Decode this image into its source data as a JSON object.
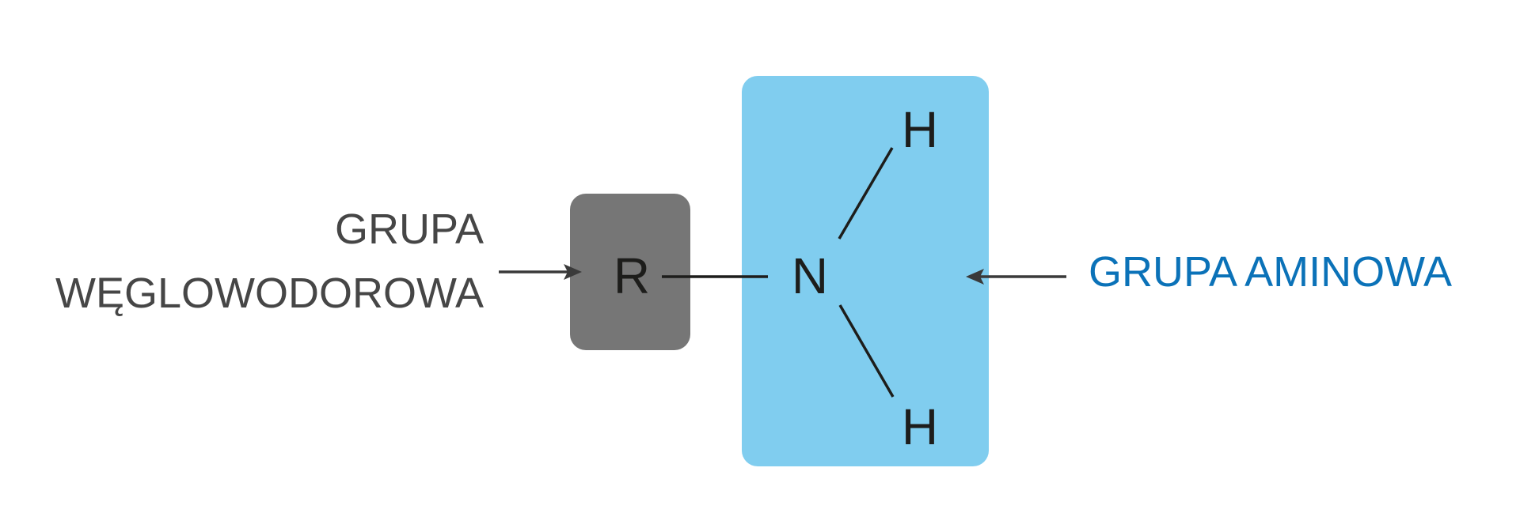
{
  "left_label": {
    "line1": "GRUPA",
    "line2": "WĘGLOWODOROWA"
  },
  "right_label": "GRUPA AMINOWA",
  "atoms": {
    "r": "R",
    "n": "N",
    "h_top": "H",
    "h_bottom": "H"
  },
  "colors": {
    "amine_box": "#80cdef",
    "r_box": "#767676",
    "left_text": "#464646",
    "right_text": "#0b72b8",
    "atom_text": "#1d1d1b",
    "arrow": "#3a3a3a"
  }
}
